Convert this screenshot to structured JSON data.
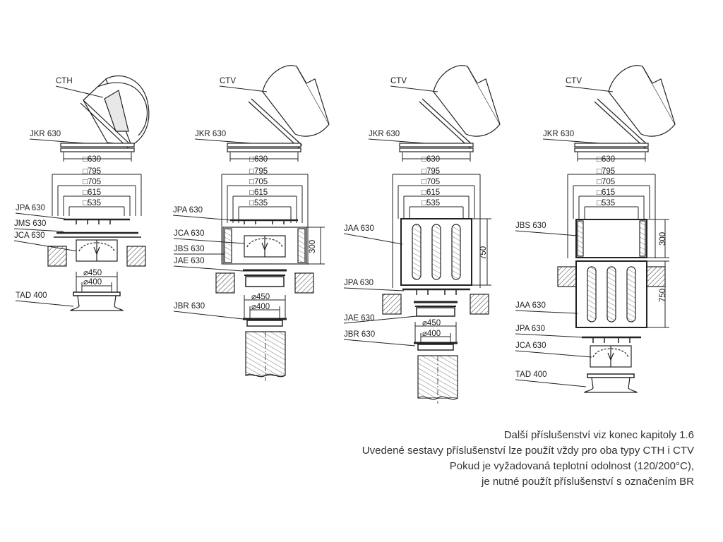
{
  "assembly_1": {
    "labels": {
      "fan": "CTH",
      "jkr": "JKR 630",
      "jpa": "JPA 630",
      "jms": "JMS 630",
      "jca": "JCA 630",
      "tad": "TAD 400"
    },
    "dims": {
      "d630": "□630",
      "d795": "□795",
      "d705": "□705",
      "d615": "□615",
      "d535": "□535",
      "d450": "⌀450",
      "d400": "⌀400"
    }
  },
  "assembly_2": {
    "labels": {
      "fan": "CTV",
      "jkr": "JKR 630",
      "jpa": "JPA 630",
      "jca": "JCA 630",
      "jbs": "JBS 630",
      "jae": "JAE 630",
      "jbr": "JBR 630"
    },
    "dims": {
      "d630": "□630",
      "d795": "□795",
      "d705": "□705",
      "d615": "□615",
      "d535": "□535",
      "h300": "300",
      "d450": "⌀450",
      "d400": "⌀400"
    }
  },
  "assembly_3": {
    "labels": {
      "fan": "CTV",
      "jkr": "JKR 630",
      "jaa": "JAA 630",
      "jpa": "JPA 630",
      "jae": "JAE 630",
      "jbr": "JBR 630"
    },
    "dims": {
      "d630": "□630",
      "d795": "□795",
      "d705": "□705",
      "d615": "□615",
      "d535": "□535",
      "h750": "750",
      "d450": "⌀450",
      "d400": "⌀400"
    }
  },
  "assembly_4": {
    "labels": {
      "fan": "CTV",
      "jkr": "JKR 630",
      "jbs": "JBS 630",
      "jaa": "JAA 630",
      "jpa": "JPA 630",
      "jca": "JCA 630",
      "tad": "TAD 400"
    },
    "dims": {
      "d630": "□630",
      "d795": "□795",
      "d705": "□705",
      "d615": "□615",
      "d535": "□535",
      "h300": "300",
      "h750": "750"
    }
  },
  "notes": {
    "line1": "Další příslušenství viz konec kapitoly 1.6",
    "line2": "Uvedené sestavy příslušenství lze použít vždy pro oba typy CTH i CTV",
    "line3": "Pokud je vyžadovaná teplotní odolnost (120/200°C),",
    "line4": "je nutné použít příslušenství s označením BR"
  }
}
